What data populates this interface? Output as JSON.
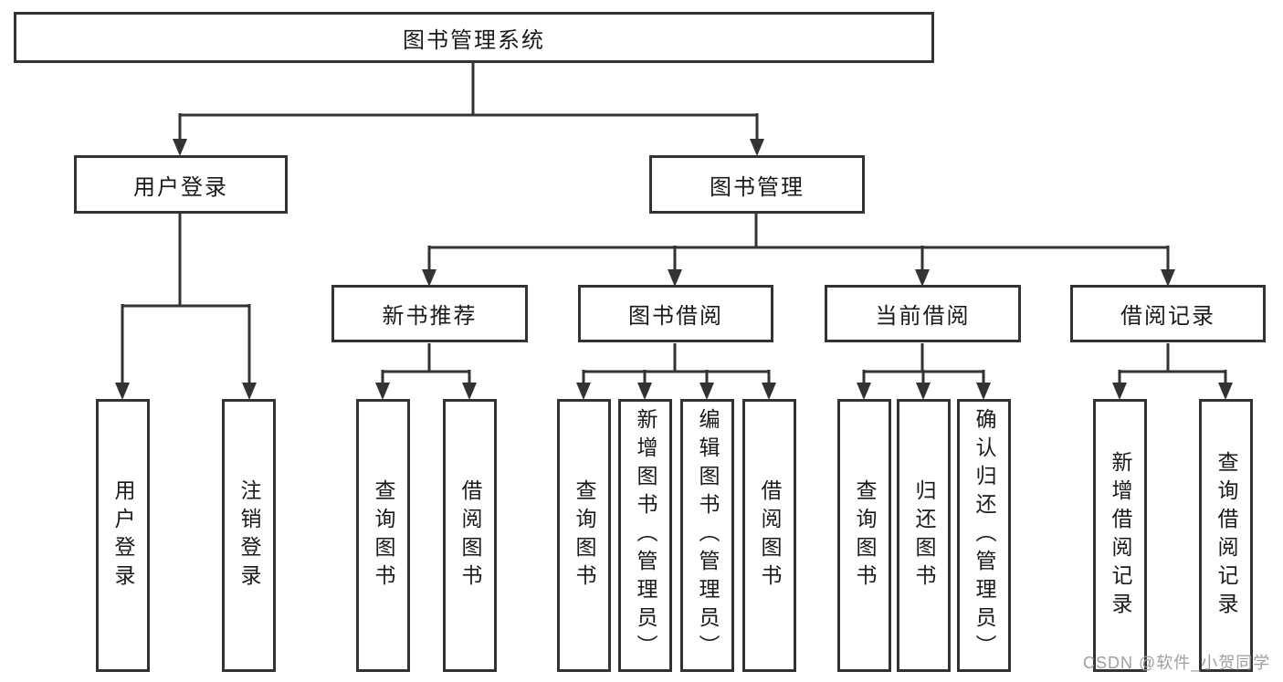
{
  "diagram_type": "hierarchy",
  "tree": {
    "root": "图书管理系统",
    "login": {
      "label": "用户登录",
      "children": [
        {
          "label": "用户登录"
        },
        {
          "label": "注销登录"
        }
      ]
    },
    "management": {
      "label": "图书管理",
      "children": [
        {
          "label": "新书推荐",
          "children": [
            {
              "label": "查询图书"
            },
            {
              "label": "借阅图书"
            }
          ]
        },
        {
          "label": "图书借阅",
          "children": [
            {
              "label": "查询图书"
            },
            {
              "label": "新增图书（管理员）"
            },
            {
              "label": "编辑图书（管理员）"
            },
            {
              "label": "借阅图书"
            }
          ]
        },
        {
          "label": "当前借阅",
          "children": [
            {
              "label": "查询图书"
            },
            {
              "label": "归还图书"
            },
            {
              "label": "确认归还（管理员）"
            }
          ]
        },
        {
          "label": "借阅记录",
          "children": [
            {
              "label": "新增借阅记录"
            },
            {
              "label": "查询借阅记录"
            }
          ]
        }
      ]
    }
  },
  "watermark": "CSDN @软件_小贺同学",
  "colors": {
    "line": "#333333",
    "text": "#1a1a1a",
    "watermark": "#9f9fa3",
    "background": "#ffffff"
  }
}
